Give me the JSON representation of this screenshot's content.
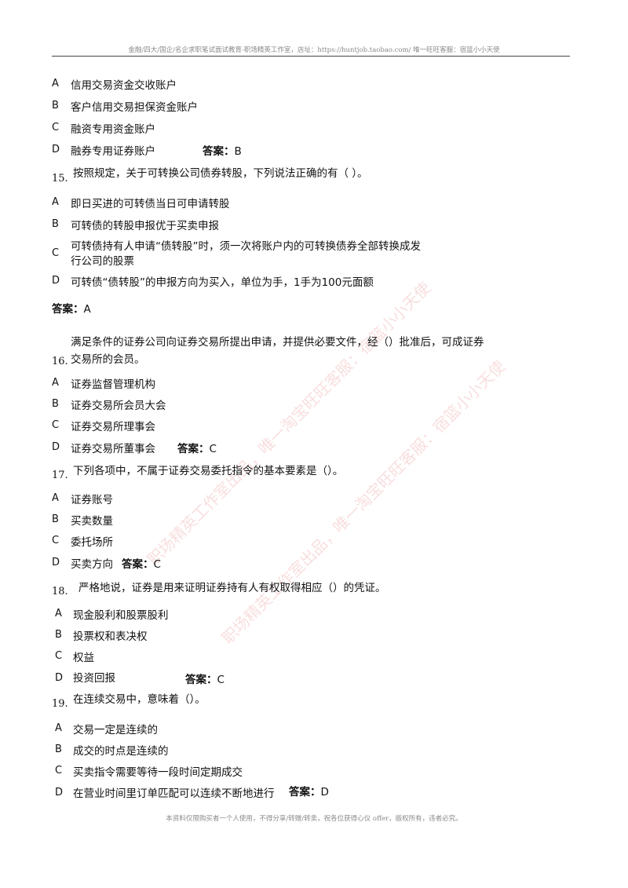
{
  "header": {
    "text": "金融/四大/国企/名企求职笔试面试教育-职场精英工作室，店址：https://huntjob.taobao.com/  唯一旺旺客服：宿篮小小天使"
  },
  "footer": {
    "text": "本资料仅限购买者一个人使用，不得分享/转赠/转卖，祝各位获得心仪 offer，版权所有，违者必究。"
  },
  "watermark": {
    "line1": "职场精英工作室出品，唯一淘宝旺旺客服：宿篮小小天使",
    "line2": "职场精英工作室出品，唯一淘宝旺旺客服：宿篮小小天使"
  },
  "answer_label": "答案：",
  "q14": {
    "options": [
      {
        "letter": "A",
        "text": "信用交易资金交收账户"
      },
      {
        "letter": "B",
        "text": "客户信用交易担保资金账户"
      },
      {
        "letter": "C",
        "text": "融资专用资金账户"
      },
      {
        "letter": "D",
        "text": "融券专用证券账户"
      }
    ],
    "answer": "B"
  },
  "q15": {
    "number": "15.",
    "stem": "按照规定，关于可转换公司债券转股，下列说法正确的有（  ）。",
    "options": [
      {
        "letter": "A",
        "text": "即日买进的可转债当日可申请转股"
      },
      {
        "letter": "B",
        "text": "可转债的转股申报优于买卖申报"
      },
      {
        "letter": "C",
        "text": "可转债持有人申请“债转股”时，须一次将账户内的可转换债券全部转换成发",
        "text2": "行公司的股票"
      },
      {
        "letter": "D",
        "text": "可转债“债转股”的申报方向为买入，单位为手，1手为100元面额"
      }
    ],
    "answer": "A"
  },
  "q16": {
    "number": "16.",
    "stem": "满足条件的证券公司向证券交易所提出申请，并提供必要文件，经（）批准后，可成证券",
    "stem2": "交易所的会员。",
    "options": [
      {
        "letter": "A",
        "text": "证券监督管理机构"
      },
      {
        "letter": "B",
        "text": "证券交易所会员大会"
      },
      {
        "letter": "C",
        "text": "证券交易所理事会"
      },
      {
        "letter": "D",
        "text": "证券交易所董事会"
      }
    ],
    "answer": "C"
  },
  "q17": {
    "number": "17.",
    "stem": "下列各项中，不属于证券交易委托指令的基本要素是（）。",
    "options": [
      {
        "letter": "A",
        "text": "证券账号"
      },
      {
        "letter": "B",
        "text": "买卖数量"
      },
      {
        "letter": "C",
        "text": "委托场所"
      },
      {
        "letter": "D",
        "text": "买卖方向"
      }
    ],
    "answer": "C"
  },
  "q18": {
    "number": "18.",
    "stem": "严格地说，证券是用来证明证券持有人有权取得相应（）的凭证。",
    "options": [
      {
        "letter": "A",
        "text": "现金股利和股票股利"
      },
      {
        "letter": "B",
        "text": "投票权和表决权"
      },
      {
        "letter": "C",
        "text": "权益"
      },
      {
        "letter": "D",
        "text": "投资回报"
      }
    ],
    "answer": "C"
  },
  "q19": {
    "number": "19.",
    "stem": "在连续交易中，意味着（）。",
    "options": [
      {
        "letter": "A",
        "text": "交易一定是连续的"
      },
      {
        "letter": "B",
        "text": "成交的时点是连续的"
      },
      {
        "letter": "C",
        "text": "买卖指令需要等待一段时间定期成交"
      },
      {
        "letter": "D",
        "text": "在营业时间里订单匹配可以连续不断地进行"
      }
    ],
    "answer": "D"
  }
}
